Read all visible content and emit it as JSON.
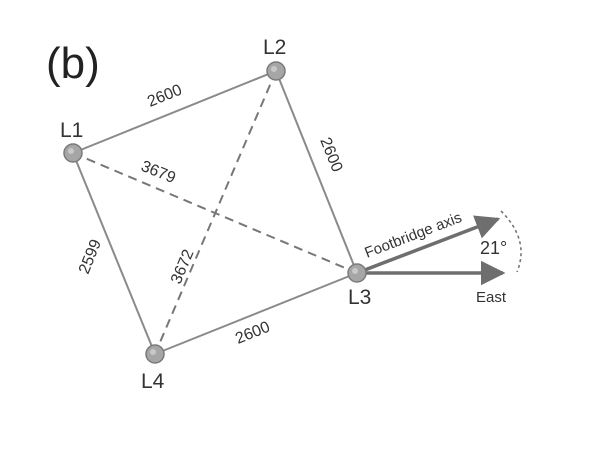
{
  "panel_label": "(b)",
  "nodes": {
    "l1": "L1",
    "l2": "L2",
    "l3": "L3",
    "l4": "L4"
  },
  "edges": {
    "l1_l2": "2600",
    "l2_l3": "2600",
    "l3_l4": "2600",
    "l1_l4": "2599",
    "l1_l3": "3679",
    "l2_l4": "3672"
  },
  "arrows": {
    "footbridge_axis": "Footbridge axis",
    "east": "East",
    "angle": "21°"
  },
  "colors": {
    "line": "#8a8a8a",
    "node_fill": "#a6a6a6",
    "arrow": "#6e6e6e",
    "text": "#333333"
  }
}
